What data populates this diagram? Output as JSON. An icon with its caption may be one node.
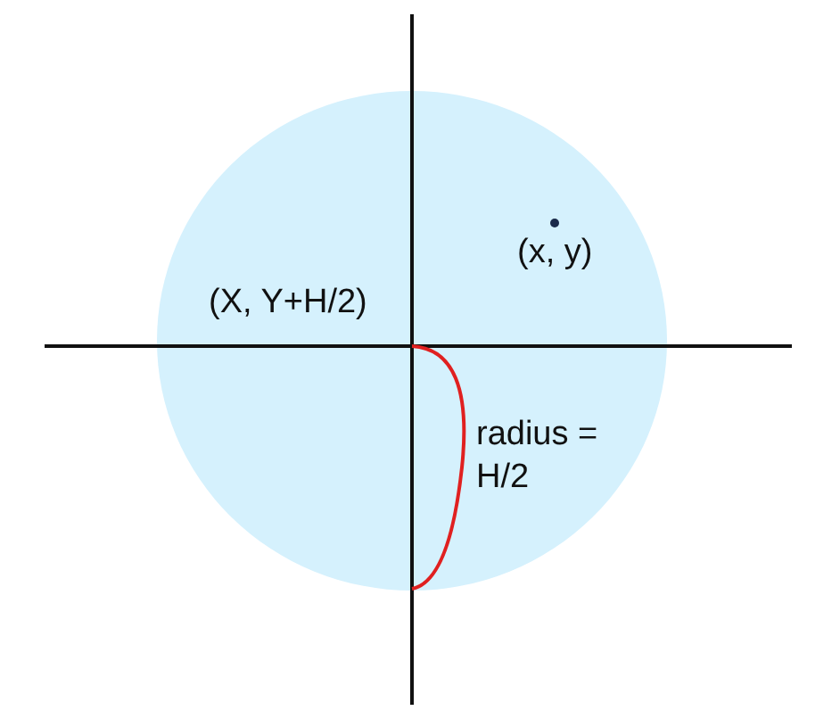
{
  "diagram": {
    "labels": [
      "(x, y)",
      "(X, Y+H/2)",
      "radius = H/2"
    ]
  }
}
